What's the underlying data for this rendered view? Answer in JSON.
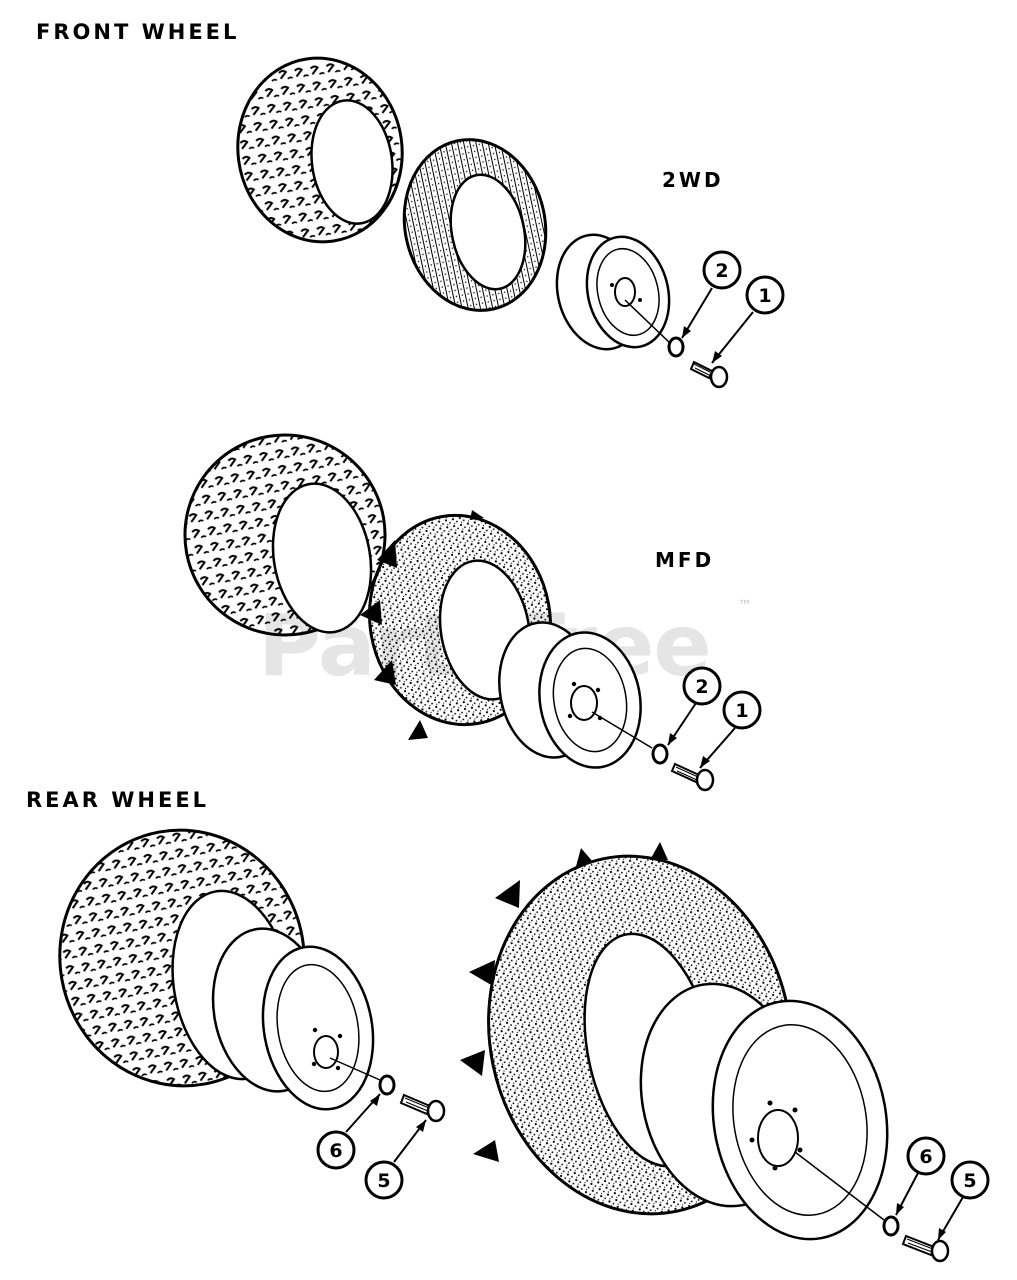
{
  "front_title": "FRONT WHEEL",
  "rear_title": "REAR WHEEL",
  "variants": {
    "twowd": "2WD",
    "mfd": "MFD"
  },
  "watermark": {
    "text": "PartsTree",
    "tm": "™"
  },
  "callouts": {
    "front_2wd_washer": "2",
    "front_2wd_bolt": "1",
    "front_mfd_washer": "2",
    "front_mfd_bolt": "1",
    "rear_turf_washer": "6",
    "rear_turf_bolt": "5",
    "rear_ag_washer": "6",
    "rear_ag_bolt": "5"
  }
}
